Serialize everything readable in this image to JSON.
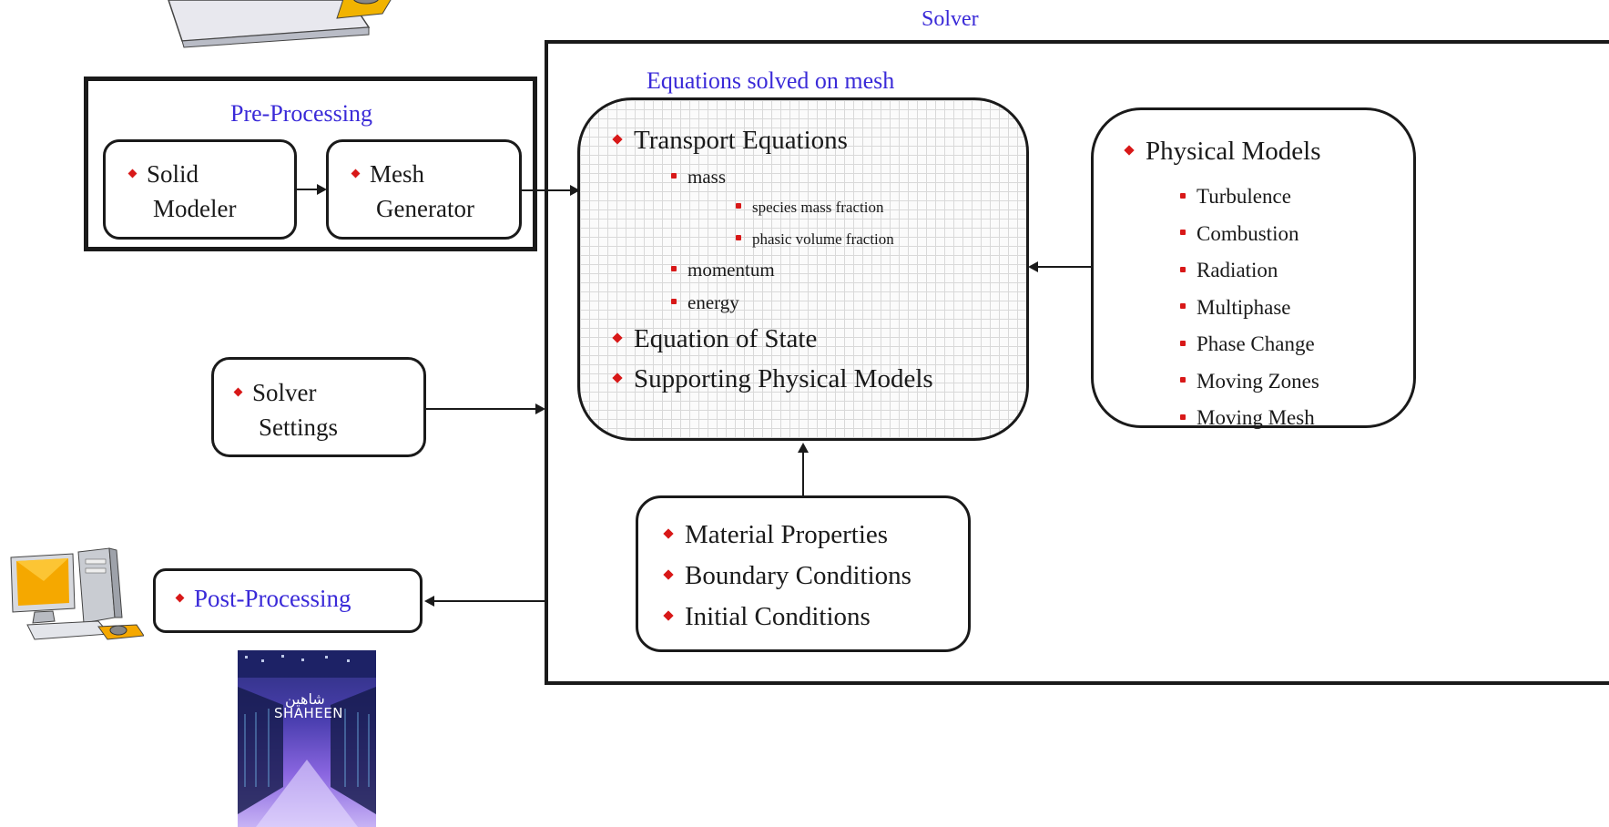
{
  "solver": {
    "title": "Solver",
    "equations_title": "Equations solved on mesh",
    "equations": {
      "transport": "Transport Equations",
      "mass": "mass",
      "species": "species mass fraction",
      "phasic": "phasic volume fraction",
      "momentum": "momentum",
      "energy": "energy",
      "state": "Equation of State",
      "supporting": "Supporting Physical Models"
    },
    "physical_models": {
      "title": "Physical Models",
      "items": [
        "Turbulence",
        "Combustion",
        "Radiation",
        "Multiphase",
        "Phase Change",
        "Moving Zones",
        "Moving Mesh"
      ]
    },
    "properties": [
      "Material Properties",
      "Boundary Conditions",
      "Initial Conditions"
    ]
  },
  "preprocessing": {
    "title": "Pre-Processing",
    "solid_modeler": [
      "Solid",
      "Modeler"
    ],
    "mesh_generator": [
      "Mesh",
      "Generator"
    ]
  },
  "solver_settings": [
    "Solver",
    "Settings"
  ],
  "postprocessing": "Post-Processing",
  "shaheen": {
    "latin": "SHAHEEN",
    "arabic": "شاهين"
  },
  "colors": {
    "title_blue": "#3a2ad8",
    "bullet_red": "#d81818",
    "line": "#1a1a1a"
  }
}
